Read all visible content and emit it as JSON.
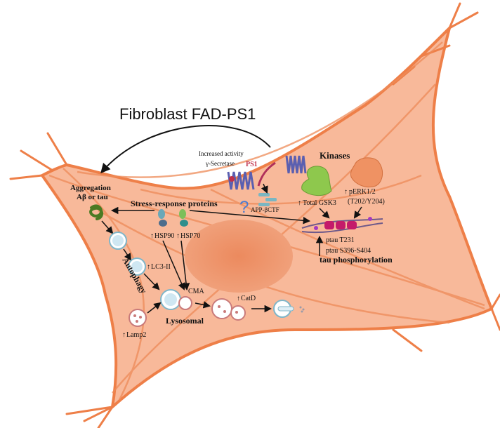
{
  "title": "Fibroblast FAD-PS1",
  "labels": {
    "increased_activity": "Increased activity",
    "gamma_secretase": "γ-Secretase",
    "ps1": "PS1",
    "app_bctf": "APP-βCTF",
    "question_mark": "?",
    "kinases": "Kinases",
    "aggregation_line1": "Aggregation",
    "aggregation_line2": "Aβ or tau",
    "stress_response": "Stress-response  proteins",
    "total_gsk3": "Total GSK3",
    "perk_line1": "pERK1/2",
    "perk_line2": "(T202/Y204)",
    "hsp90": "HSP90",
    "hsp70": "HSP70",
    "ptau_t231": "ptau T231",
    "ptau_s396": "ptau S396-S404",
    "tau_phosphorylation": "tau phosphorylation",
    "autophagy": "Autophagy",
    "lc3": "LC3-II",
    "cma": "CMA",
    "catd": "CatD",
    "lysosomal": "Lysosomal",
    "lamp2": "Lamp2"
  },
  "colors": {
    "cell_fill": "#f8b99a",
    "cell_edge": "#ee7f48",
    "nucleus": "#ec8a5e",
    "ps1_red": "#c0304a",
    "gsk3": "#8ec84d",
    "erk": "#ef9263",
    "tau_magenta": "#c41a6a",
    "vesicle_blue": "#cfe7f2",
    "vesicle_red": "#c97a7a",
    "aggregate_green": "#4b7a23"
  },
  "icons": {
    "up_arrow": "↑"
  }
}
